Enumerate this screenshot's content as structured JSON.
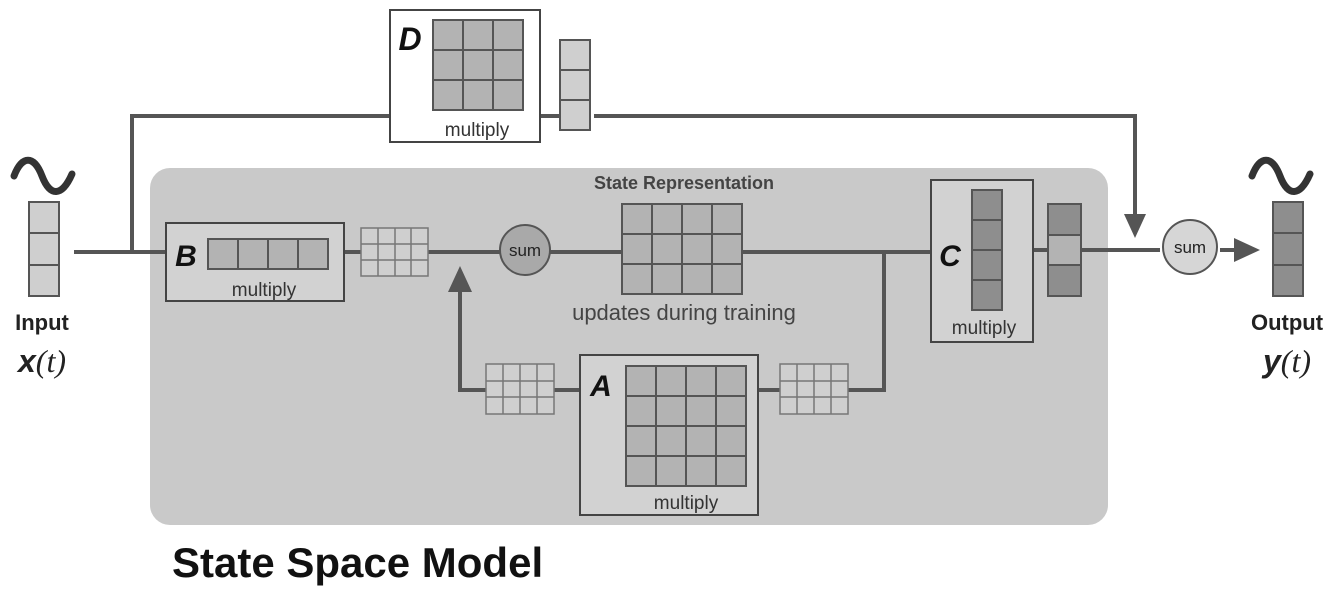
{
  "diagram": {
    "title": "State Space Model",
    "input": {
      "label": "Input",
      "var": "x",
      "arg": "(t)"
    },
    "output": {
      "label": "Output",
      "var": "y",
      "arg": "(t)"
    },
    "state_representation": {
      "title": "State Representation",
      "caption": "updates during training"
    },
    "matrices": {
      "A": {
        "letter": "A",
        "op": "multiply"
      },
      "B": {
        "letter": "B",
        "op": "multiply"
      },
      "C": {
        "letter": "C",
        "op": "multiply"
      },
      "D": {
        "letter": "D",
        "op": "multiply"
      }
    },
    "sum_nodes": {
      "inner": "sum",
      "outer": "sum"
    },
    "icons": {
      "input_wave": "sine-wave-icon",
      "output_wave": "sine-wave-icon"
    },
    "colors": {
      "panel": "#c9c9c9",
      "line": "#555555",
      "cell": "#b3b3b3",
      "cell_dark": "#8e8e8e",
      "cell_light": "#cfcfcf",
      "box": "#d2d2d2"
    }
  }
}
